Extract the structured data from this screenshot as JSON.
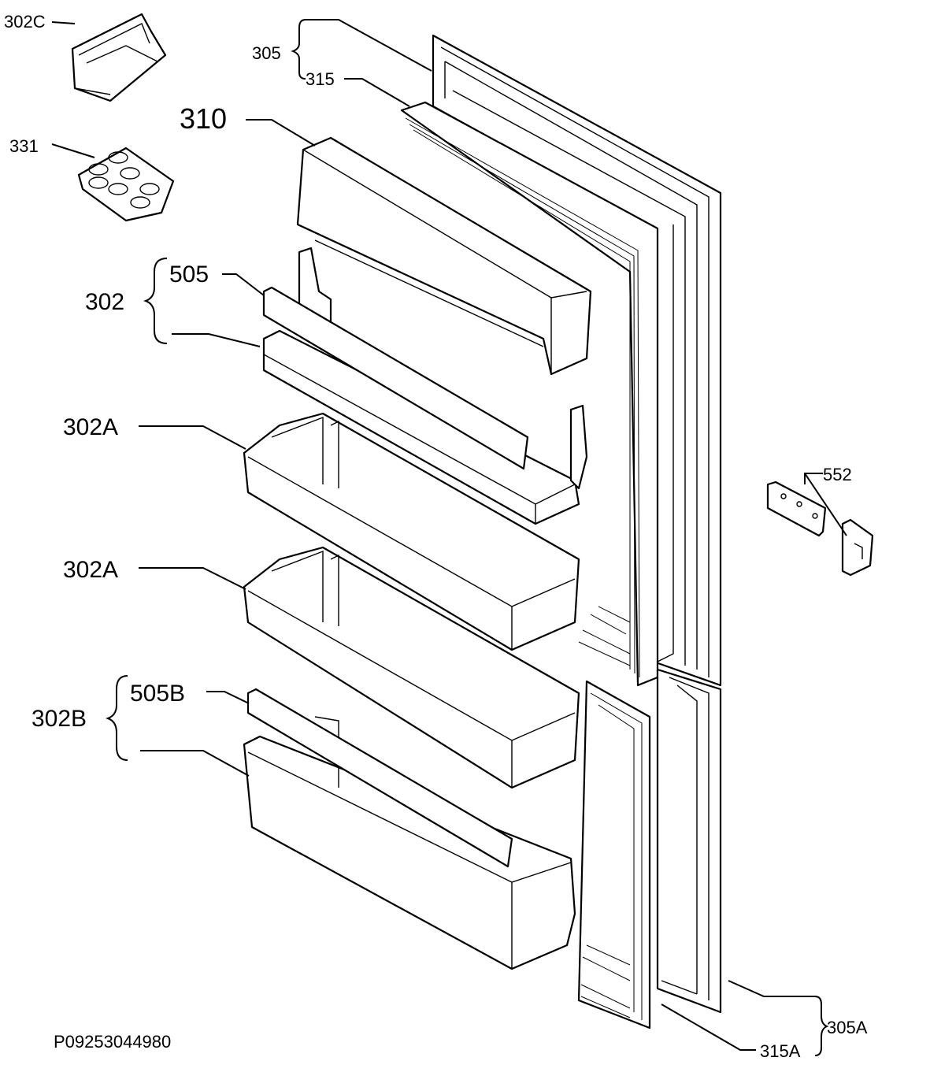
{
  "labels": {
    "l302C": "302C",
    "l331": "331",
    "l310": "310",
    "l305": "305",
    "l315": "315",
    "l302": "302",
    "l505": "505",
    "l302A_1": "302A",
    "l302A_2": "302A",
    "l302B": "302B",
    "l505B": "505B",
    "l552": "552",
    "l305A": "305A",
    "l315A": "315A"
  },
  "drawing_number": "P09253044980"
}
